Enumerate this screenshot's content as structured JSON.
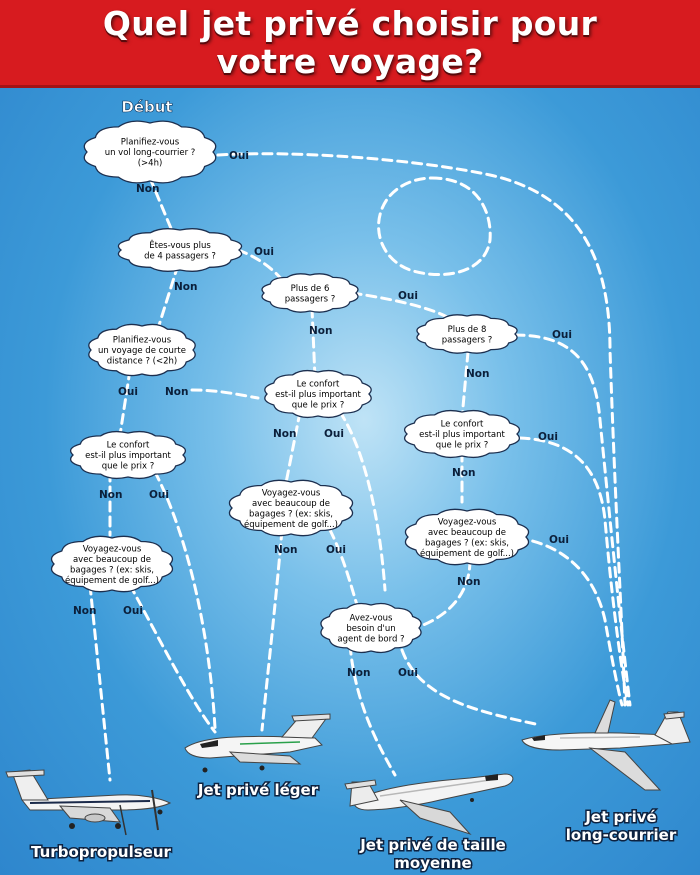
{
  "header": {
    "title_line1": "Quel jet privé choisir pour",
    "title_line2": "votre voyage?",
    "background_color": "#d71b1f"
  },
  "start_label": "Début",
  "questions": {
    "q1": [
      "Planifiez-vous",
      "un vol long-courrier ?",
      "(>4h)"
    ],
    "q2": [
      "Êtes-vous plus",
      "de 4 passagers ?"
    ],
    "q3": [
      "Plus de 6",
      "passagers ?"
    ],
    "q4": [
      "Plus de 8",
      "passagers ?"
    ],
    "q5": [
      "Planifiez-vous",
      "un voyage de courte",
      "distance ? (<2h)"
    ],
    "q6": [
      "Le confort",
      "est-il plus important",
      "que le prix ?"
    ],
    "q7": [
      "Le confort",
      "est-il plus important",
      "que le prix ?"
    ],
    "q8": [
      "Le confort",
      "est-il plus important",
      "que le prix ?"
    ],
    "q9": [
      "Voyagez-vous",
      "avec beaucoup de",
      "bagages ? (ex: skis,",
      "équipement de golf...)"
    ],
    "q10": [
      "Voyagez-vous",
      "avec beaucoup de",
      "bagages ? (ex: skis,",
      "équipement de golf...)"
    ],
    "q11": [
      "Voyagez-vous",
      "avec beaucoup de",
      "bagages ? (ex: skis,",
      "équipement de golf...)"
    ],
    "q12": [
      "Avez-vous",
      "besoin d'un",
      "agent de bord ?"
    ]
  },
  "edge_labels": {
    "yes": "Oui",
    "no": "Non"
  },
  "planes": {
    "turboprop": "Turbopropulseur",
    "light_jet": "Jet privé léger",
    "midsize_line1": "Jet privé de taille",
    "midsize_line2": "moyenne",
    "longrange_line1": "Jet privé",
    "longrange_line2": "long-courrier"
  }
}
